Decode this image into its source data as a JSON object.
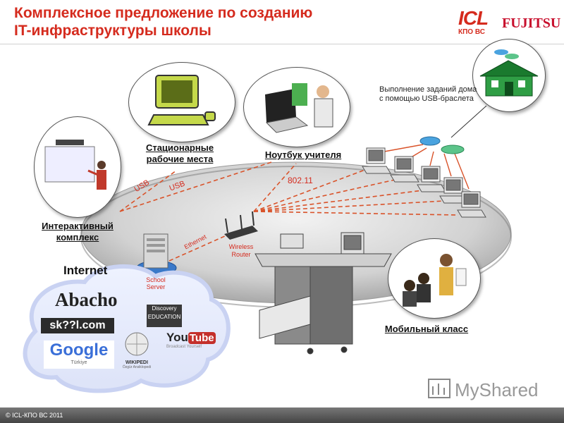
{
  "header": {
    "title_line1": "Комплексное предложение по созданию",
    "title_line2": "IT-инфраструктуры школы",
    "logo_icl": "ICL",
    "logo_icl_sub": "КПО ВС",
    "logo_fujitsu": "FUJITSU"
  },
  "labels": {
    "interactive_line1": "Интерактивный",
    "interactive_line2": "комплекс",
    "workstations_line1": "Стационарные",
    "workstations_line2": "рабочие места",
    "teacher_laptop": "Ноутбук учителя",
    "homework_text": "Выполнение заданий дома с помощью USB-браслета",
    "mobile_class": "Мобильный класс",
    "usb_1": "USB",
    "usb_2": "USB",
    "wifi": "802.11",
    "ethernet": "Ethernet",
    "router_line1": "Wireless",
    "router_line2": "Router",
    "server_line1": "School",
    "server_line2": "Server",
    "internet": "Internet"
  },
  "internet_logos": {
    "abacho": "Abacho",
    "school": "sk??l.com",
    "discovery": "Discovery",
    "discovery_sub": "EDUCATION",
    "google": "Google",
    "google_sub": "Türkiye",
    "wikipedia": "WIKIPEDI",
    "wikipedia_sub": "Özgür Ansiklopedi",
    "youtube_you": "You",
    "youtube_tube": "Tube",
    "youtube_sub": "Broadcast Yourself"
  },
  "watermark": {
    "text": "MyShared"
  },
  "footer": {
    "copyright": "© ICL-КПО ВС 2011"
  },
  "colors": {
    "accent_red": "#d52b1e",
    "link_dash": "#d9532a"
  }
}
